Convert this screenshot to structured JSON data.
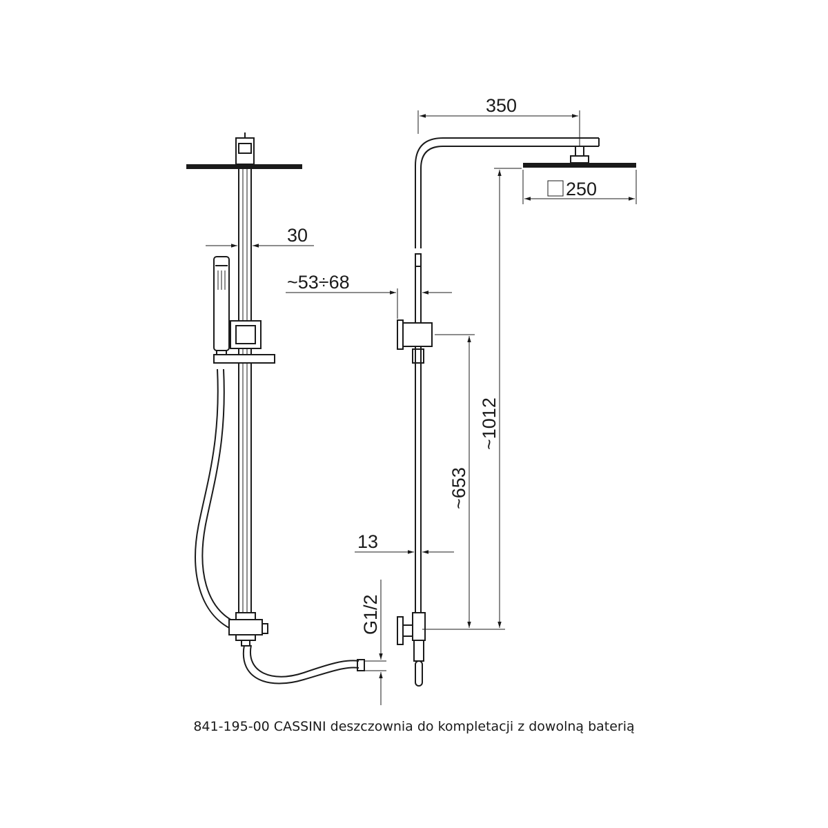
{
  "dimensions": {
    "rain_arm_length": "350",
    "head_size": "250",
    "rail_diameter": "30",
    "wall_bracket_offset": "~53÷68",
    "bracket_height": "~653",
    "total_height": "~1012",
    "pipe_diameter": "13",
    "thread": "G1/2"
  },
  "caption": "841-195-00 CASSINI deszczownia do kompletacji z dowolną baterią"
}
